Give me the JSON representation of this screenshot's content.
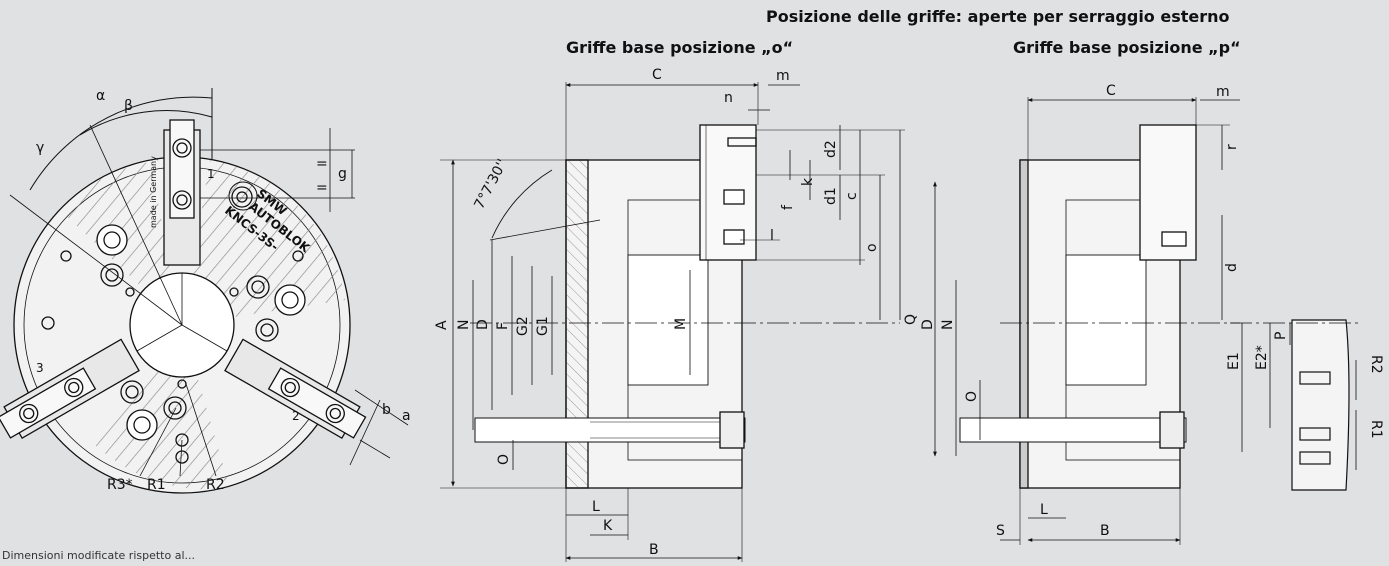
{
  "headers": {
    "position_title": "Posizione delle griffe: aperte per serraggio esterno",
    "o_title": "Griffe base posizione „o“",
    "p_title": "Griffe base posizione „p“"
  },
  "front_view": {
    "angles": {
      "alpha": "α",
      "beta": "β",
      "gamma": "γ"
    },
    "dims": {
      "eq1": "=",
      "eq2": "=",
      "g": "g",
      "b": "b",
      "a": "a"
    },
    "radii": {
      "r3": "R3*",
      "r1": "R1",
      "r2": "R2"
    },
    "jaw_numbers": {
      "j1": "1",
      "j2": "2",
      "j3": "3"
    },
    "brand": {
      "line1": "SMW",
      "line2": "AUTOBLOK",
      "model": "KNCS-3S-"
    },
    "marking": "made in Germany"
  },
  "section_o": {
    "angle": "7°7'30''",
    "vertical_dims": {
      "A": "A",
      "N": "N",
      "D": "D",
      "F": "F",
      "G2": "G2",
      "G1": "G1",
      "M": "M",
      "O": "O",
      "d2": "d2",
      "d1": "d1",
      "k": "k",
      "f": "f",
      "c": "c",
      "o": "o",
      "Q": "Q"
    },
    "horizontal_dims": {
      "C": "C",
      "m": "m",
      "n": "n",
      "l": "l",
      "K": "K",
      "L": "L",
      "B": "B"
    }
  },
  "section_p": {
    "vertical_dims": {
      "D": "D",
      "N": "N",
      "O": "O",
      "r": "r",
      "d": "d"
    },
    "horizontal_dims": {
      "C": "C",
      "m": "m",
      "L": "L",
      "B": "B",
      "S": "S"
    }
  },
  "detail": {
    "dims": {
      "E1": "E1",
      "E2": "E2*",
      "P": "P",
      "R2": "R2",
      "R1": "R1"
    }
  },
  "footnote": "Dimensioni modificate rispetto al..."
}
